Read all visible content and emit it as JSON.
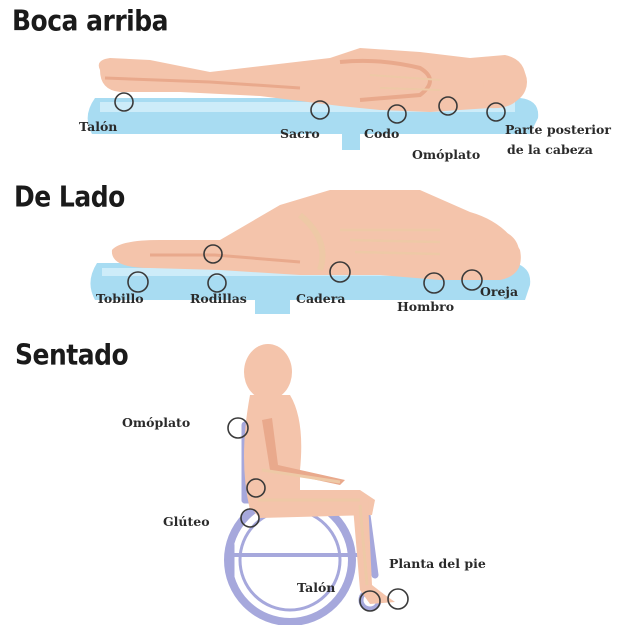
{
  "sections": {
    "supine": {
      "title": "Boca arriba",
      "labels": {
        "heel": "Talón",
        "sacrum": "Sacro",
        "elbow": "Codo",
        "scapula": "Omóplato",
        "head_line1": "Parte posterior",
        "head_line2": "de la cabeza"
      }
    },
    "side": {
      "title": "De Lado",
      "labels": {
        "ankle": "Tobillo",
        "knees": "Rodillas",
        "hip": "Cadera",
        "shoulder": "Hombro",
        "ear": "Oreja"
      }
    },
    "seated": {
      "title": "Sentado",
      "labels": {
        "scapula": "Omóplato",
        "buttock": "Glúteo",
        "sole": "Planta del  pie",
        "heel": "Talón"
      }
    }
  },
  "colors": {
    "skin": "#f4c4ab",
    "skin_dark": "#e9a98c",
    "bone": "#eec9a6",
    "mattress": "#a8dcf2",
    "mattress_light": "#d6f0fa",
    "wheelchair": "#a6a8dc",
    "marker": "#3a3a3a"
  }
}
